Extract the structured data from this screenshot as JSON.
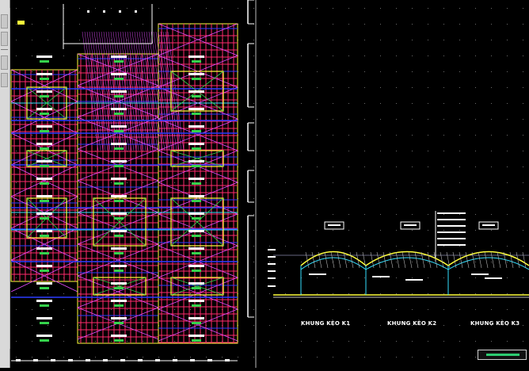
{
  "drawing": {
    "section_labels": [
      "KHUNG KÈO K1",
      "KHUNG KÈO K2",
      "KHUNG KÈO K3"
    ]
  },
  "colors": {
    "background": "#000000",
    "grid": "#d4d4d4",
    "truss": "#ff2a6d",
    "brace": "#e64bff",
    "beam_blue": "#2c3cff",
    "cyan": "#35e0ff",
    "yellow": "#ffff3a",
    "green": "#35d34c",
    "white": "#ffffff"
  },
  "icons": {
    "toolbar_buttons": [
      "draw-tool-icon",
      "line-tool-icon",
      "arc-tool-icon",
      "layer-tool-icon"
    ]
  }
}
